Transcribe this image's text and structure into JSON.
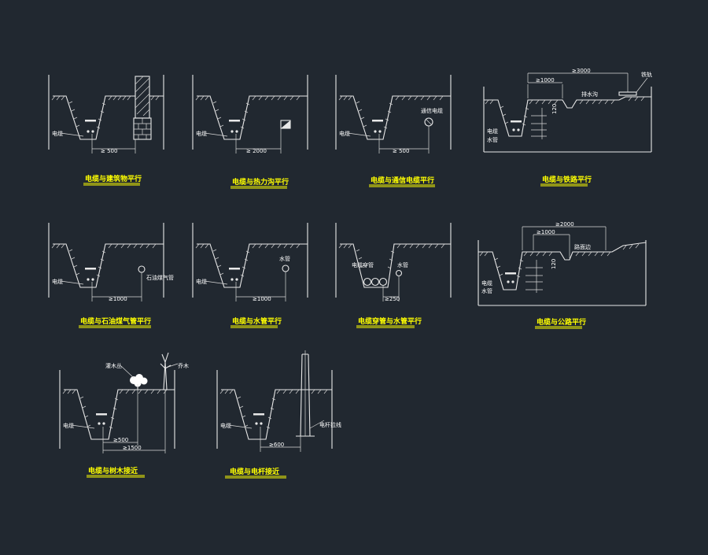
{
  "colors": {
    "background": "#212830",
    "lines": "#e8e8e8",
    "titles": "#ffff00"
  },
  "panels": [
    {
      "title": "电缆与建筑物平行",
      "cable_label": "电缆",
      "dim": "≥ 500"
    },
    {
      "title": "电缆与热力沟平行",
      "cable_label": "电缆",
      "dim": "≥ 2000"
    },
    {
      "title": "电缆与通信电缆平行",
      "cable_label": "电缆",
      "dim": "≥ 500",
      "object_label": "通信电缆"
    },
    {
      "title": "电缆与铁路平行",
      "cable_label": "电缆",
      "cable_label2": "水管",
      "dim_top": "≥3000",
      "dim_mid": "≥1000",
      "dim_side": "120",
      "object_label": "排水沟",
      "object_label2": "铁轨"
    },
    {
      "title": "电缆与石油煤气管平行",
      "cable_label": "电缆",
      "dim": "≥1000",
      "object_label": "石油煤气管"
    },
    {
      "title": "电缆与水管平行",
      "cable_label": "电缆",
      "dim": "≥1000",
      "object_label": "水管"
    },
    {
      "title": "电缆穿管与水管平行",
      "cable_label": "电缆穿管",
      "dim": "≥250",
      "object_label": "水管"
    },
    {
      "title": "电缆与公路平行",
      "cable_label": "电缆",
      "cable_label2": "水管",
      "dim_top": "≥2000",
      "dim_mid": "≥1000",
      "dim_side": "120",
      "object_label": "路面边"
    },
    {
      "title": "电缆与树木接近",
      "cable_label": "电缆",
      "dim_a": "≥500",
      "dim_b": "≥1500",
      "object_label": "灌木丛",
      "object_label2": "乔木"
    },
    {
      "title": "电缆与电杆接近",
      "cable_label": "电缆",
      "dim": "≥600",
      "object_label": "电杆拉线"
    }
  ]
}
